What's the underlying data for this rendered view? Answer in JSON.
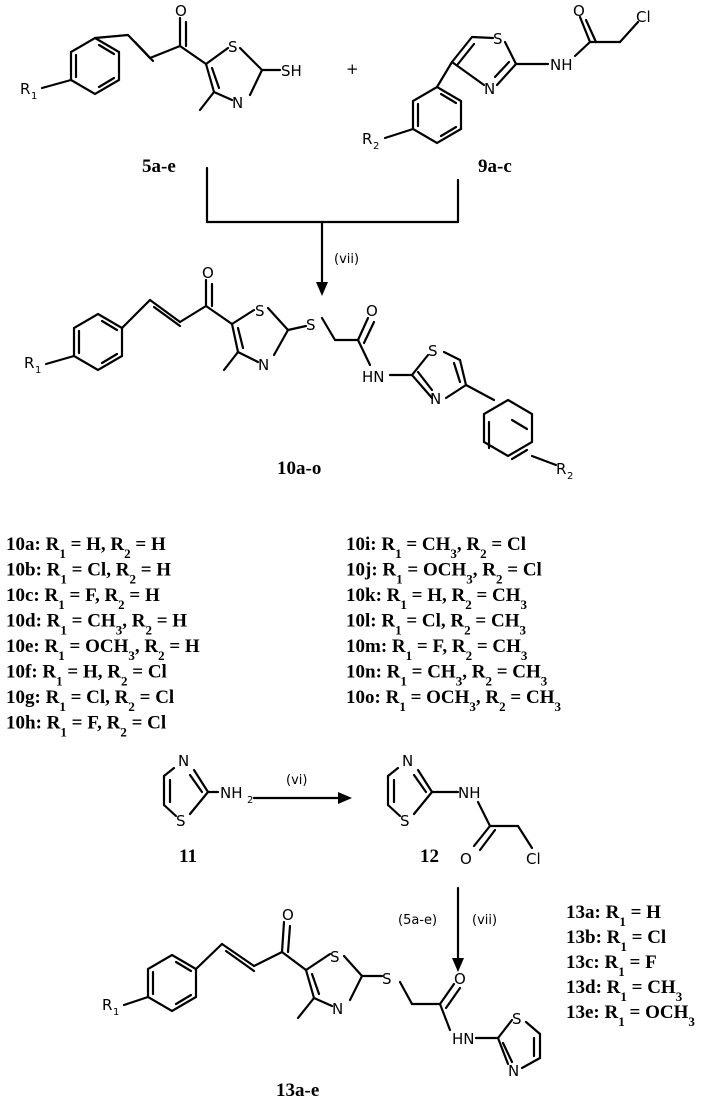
{
  "compounds": {
    "c5": "5a-e",
    "c9": "9a-c",
    "c10": "10a-o",
    "c11": "11",
    "c12": "12",
    "c13": "13a-e"
  },
  "reagents": {
    "r1": "(vii)",
    "r2": "(vi)",
    "r3a": "(5a-e)",
    "r3b": "(vii)"
  },
  "plus": "+",
  "atoms": {
    "O": "O",
    "S": "S",
    "N": "N",
    "Cl": "Cl",
    "R": "R",
    "sub1": "1",
    "sub2": "2",
    "SH": "SH",
    "NH": "NH",
    "HN": "HN"
  },
  "substituents_10_left": [
    {
      "id": "10a",
      "r1": "H",
      "r2": "H"
    },
    {
      "id": "10b",
      "r1": "Cl",
      "r2": "H"
    },
    {
      "id": "10c",
      "r1": "F",
      "r2": "H"
    },
    {
      "id": "10d",
      "r1": "CH3",
      "r2": "H"
    },
    {
      "id": "10e",
      "r1": "OCH3",
      "r2": "H"
    },
    {
      "id": "10f",
      "r1": "H",
      "r2": "Cl"
    },
    {
      "id": "10g",
      "r1": "Cl",
      "r2": "Cl"
    },
    {
      "id": "10h",
      "r1": "F",
      "r2": "Cl"
    }
  ],
  "substituents_10_right": [
    {
      "id": "10i",
      "r1": "CH3",
      "r2": "Cl"
    },
    {
      "id": "10j",
      "r1": "OCH3",
      "r2": "Cl"
    },
    {
      "id": "10k",
      "r1": "H",
      "r2": "CH3"
    },
    {
      "id": "10l",
      "r1": "Cl",
      "r2": "CH3"
    },
    {
      "id": "10m",
      "r1": "F",
      "r2": "CH3"
    },
    {
      "id": "10n",
      "r1": "CH3",
      "r2": "CH3"
    },
    {
      "id": "10o",
      "r1": "OCH3",
      "r2": "CH3"
    }
  ],
  "substituents_13": [
    {
      "id": "13a",
      "r1": "H"
    },
    {
      "id": "13b",
      "r1": "Cl"
    },
    {
      "id": "13c",
      "r1": "F"
    },
    {
      "id": "13d",
      "r1": "CH3"
    },
    {
      "id": "13e",
      "r1": "OCH3"
    }
  ]
}
